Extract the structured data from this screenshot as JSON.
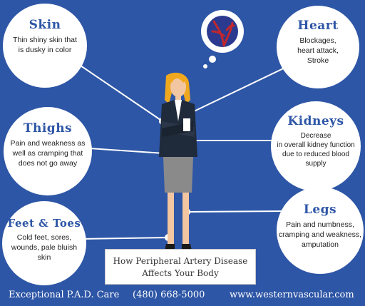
{
  "skin": {
    "title": "Skin",
    "lines": [
      "Thin shiny skin that",
      "is dusky in color"
    ]
  },
  "heart": {
    "title": "Heart",
    "lines": [
      "Blockages,",
      "heart attack,",
      "Stroke"
    ]
  },
  "thighs": {
    "title": "Thighs",
    "lines": [
      "Pain and weakness as",
      "well as cramping that",
      "does not go away"
    ]
  },
  "kidneys": {
    "title": "Kidneys",
    "lines": [
      "Decrease",
      "in overall kidney function",
      "due to reduced blood",
      "supply"
    ]
  },
  "feet": {
    "title": "Feet & Toes",
    "lines": [
      "Cold feet, sores,",
      "wounds, pale bluish",
      "skin"
    ]
  },
  "legs": {
    "title": "Legs",
    "lines": [
      "Pain and numbness,",
      "cramping and weakness,",
      "amputation"
    ]
  },
  "caption": {
    "line1": "How Peripheral Artery Disease",
    "line2": "Affects Your Body"
  },
  "footer": {
    "left": "Exceptional P.A.D. Care",
    "phone": "(480) 668-5000",
    "site": "www.westernvascular.com"
  },
  "colors": {
    "background": "#2e56a6",
    "title": "#2e56a6",
    "artery": "#c0272d",
    "heart": "#2b3a8f"
  }
}
